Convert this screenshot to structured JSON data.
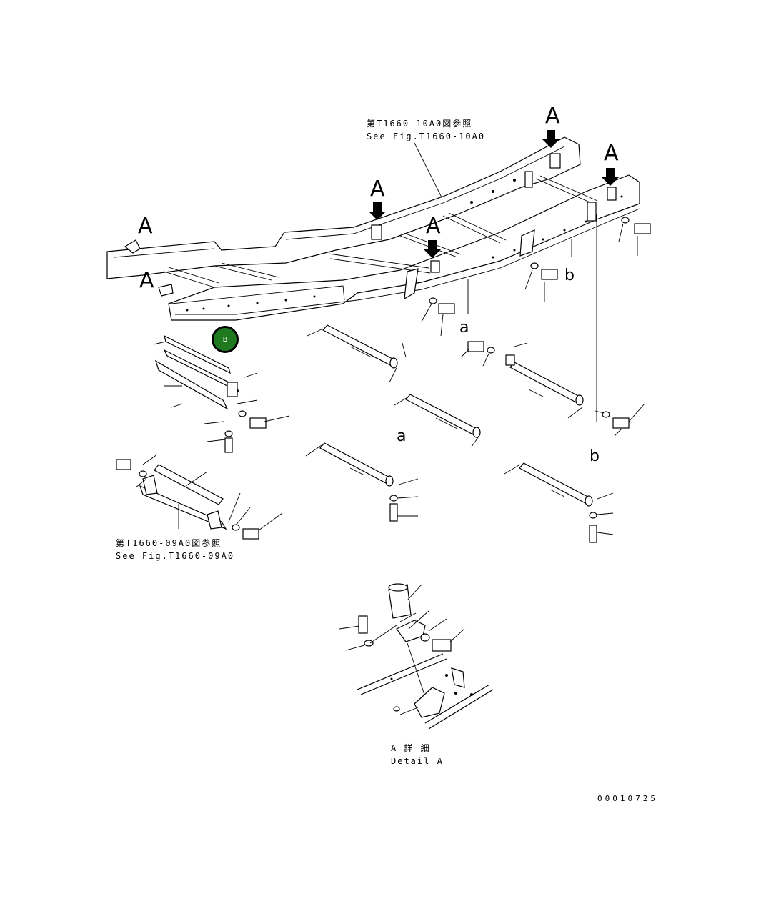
{
  "callouts": {
    "ref_top_jp": "第T1660-10A0図参照",
    "ref_top_en": "See Fig.T1660-10A0",
    "ref_left_jp": "第T1660-09A0図参照",
    "ref_left_en": "See Fig.T1660-09A0",
    "detail_jp": "A 詳 細",
    "detail_en": "Detail A",
    "drawing_number": "00010725"
  },
  "view_letters": {
    "a1": "A",
    "a2": "A",
    "a3": "A",
    "a4": "A",
    "a5": "A",
    "a6": "A",
    "lower_a_1": "a",
    "lower_a_2": "a",
    "lower_b_1": "b",
    "lower_b_2": "b"
  },
  "marker": {
    "label": "B",
    "color": "#1f7a1f"
  }
}
